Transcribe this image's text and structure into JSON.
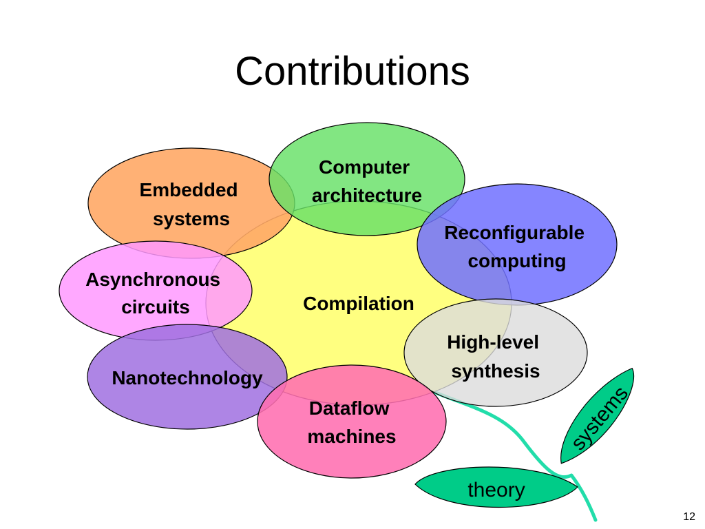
{
  "slide": {
    "title": "Contributions",
    "page_number": "12"
  },
  "colors": {
    "compilation": "#ffff80",
    "embedded": "#ffa866",
    "computer_architecture": "#66e066",
    "reconfigurable": "#7070ff",
    "asynchronous": "#ff99ff",
    "high_level": "#dcdcdc",
    "nanotechnology": "#a070e0",
    "dataflow": "#ff6eb0",
    "leaf": "#00cc88",
    "stem": "#22ddaa"
  },
  "diagram": {
    "center": {
      "label": "Compilation"
    },
    "topics": [
      {
        "id": "embedded",
        "lines": [
          "Embedded",
          "systems"
        ]
      },
      {
        "id": "computer_architecture",
        "lines": [
          "Computer",
          "architecture"
        ]
      },
      {
        "id": "reconfigurable",
        "lines": [
          "Reconfigurable",
          "computing"
        ]
      },
      {
        "id": "asynchronous",
        "lines": [
          "Asynchronous",
          "circuits"
        ]
      },
      {
        "id": "high_level",
        "lines": [
          "High-level",
          "synthesis"
        ]
      },
      {
        "id": "nanotechnology",
        "lines": [
          "Nanotechnology"
        ]
      },
      {
        "id": "dataflow",
        "lines": [
          "Dataflow",
          "machines"
        ]
      }
    ],
    "leaves": {
      "systems": "systems",
      "theory": "theory"
    }
  }
}
